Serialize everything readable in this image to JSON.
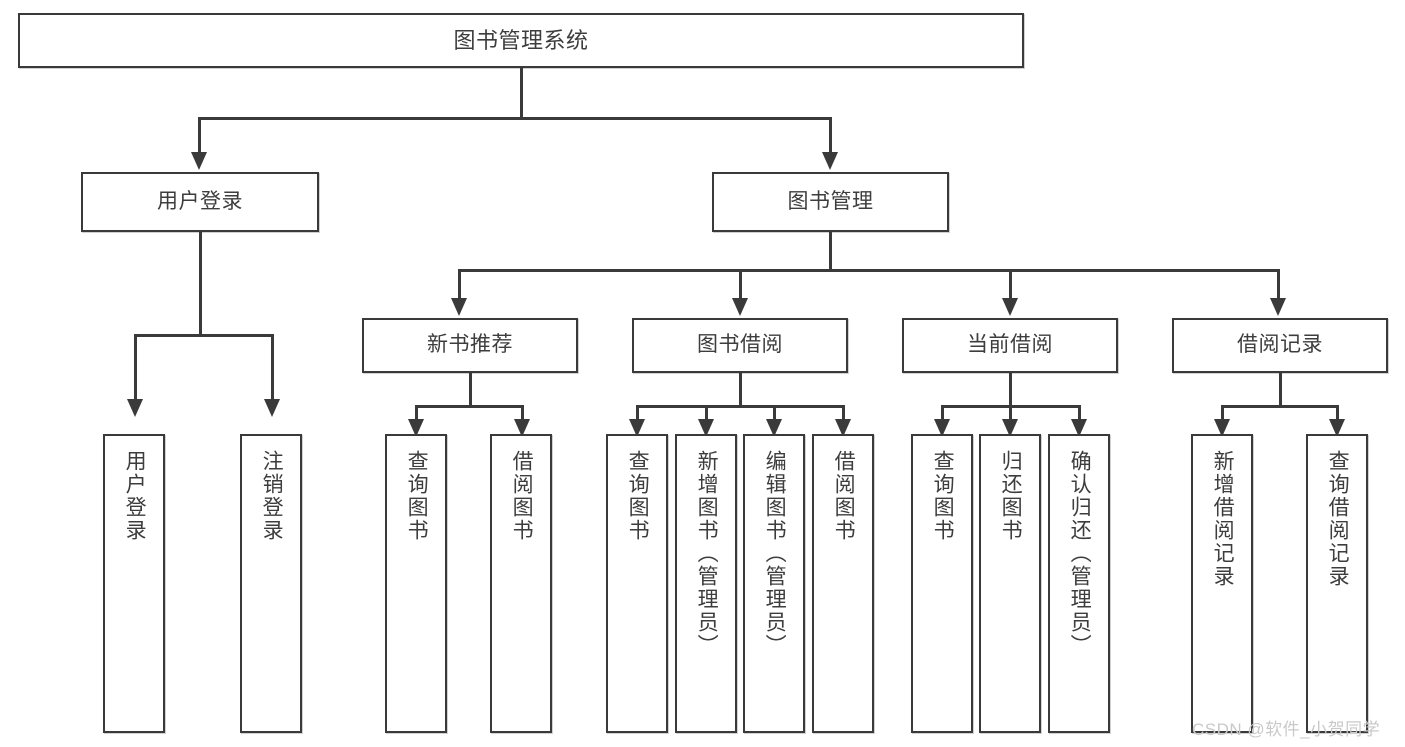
{
  "diagram": {
    "title": "图书管理系统",
    "type": "tree",
    "watermark": "CSDN @软件_小贺同学",
    "stroke_color": "#3a3a3a",
    "text_color": "#3d3d3d",
    "background_color": "#ffffff",
    "levels": {
      "root": {
        "label": "图书管理系统"
      },
      "level2": [
        {
          "id": "user-login",
          "label": "用户登录"
        },
        {
          "id": "book-manage",
          "label": "图书管理"
        }
      ],
      "level3": [
        {
          "id": "new-book-recommend",
          "label": "新书推荐",
          "parent": "book-manage"
        },
        {
          "id": "book-borrow",
          "label": "图书借阅",
          "parent": "book-manage"
        },
        {
          "id": "current-borrow",
          "label": "当前借阅",
          "parent": "book-manage"
        },
        {
          "id": "borrow-record",
          "label": "借阅记录",
          "parent": "book-manage"
        }
      ],
      "leaves": [
        {
          "id": "leaf-user-login",
          "label": "用户登录",
          "parent": "user-login"
        },
        {
          "id": "leaf-logout",
          "label": "注销登录",
          "parent": "user-login"
        },
        {
          "id": "leaf-query-book-1",
          "label": "查询图书",
          "parent": "new-book-recommend"
        },
        {
          "id": "leaf-borrow-book-1",
          "label": "借阅图书",
          "parent": "new-book-recommend"
        },
        {
          "id": "leaf-query-book-2",
          "label": "查询图书",
          "parent": "book-borrow"
        },
        {
          "id": "leaf-add-book",
          "label": "新增图书（管理员）",
          "parent": "book-borrow"
        },
        {
          "id": "leaf-edit-book",
          "label": "编辑图书（管理员）",
          "parent": "book-borrow"
        },
        {
          "id": "leaf-borrow-book-2",
          "label": "借阅图书",
          "parent": "book-borrow"
        },
        {
          "id": "leaf-query-book-3",
          "label": "查询图书",
          "parent": "current-borrow"
        },
        {
          "id": "leaf-return-book",
          "label": "归还图书",
          "parent": "current-borrow"
        },
        {
          "id": "leaf-confirm-return",
          "label": "确认归还（管理员）",
          "parent": "current-borrow"
        },
        {
          "id": "leaf-add-record",
          "label": "新增借阅记录",
          "parent": "borrow-record"
        },
        {
          "id": "leaf-query-record",
          "label": "查询借阅记录",
          "parent": "borrow-record"
        }
      ]
    }
  }
}
